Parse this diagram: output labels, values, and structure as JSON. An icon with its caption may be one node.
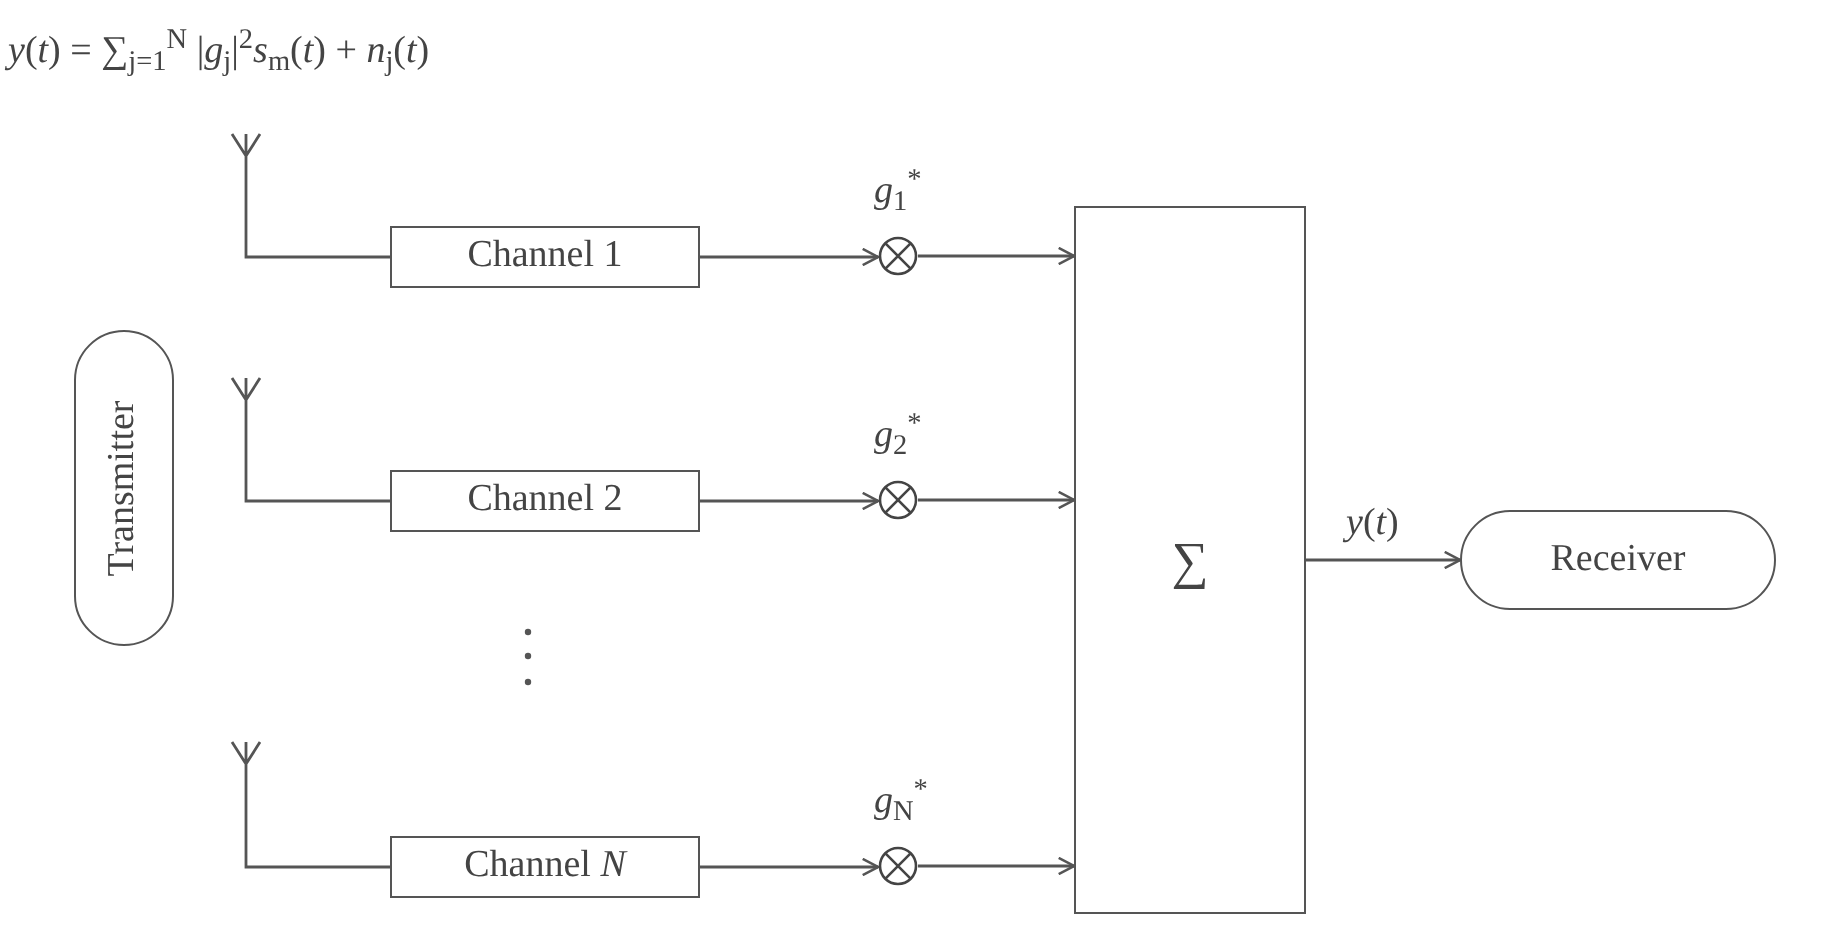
{
  "diagram": {
    "nodes": [
      {
        "text": [
          "Transmitter"
        ]
      },
      {
        "text": [],
        "shape": "antenna"
      },
      {
        "text": [],
        "shape": "antenna"
      },
      {
        "text": [],
        "shape": "antenna"
      },
      {
        "text": [
          "Channel 1"
        ]
      },
      {
        "text": [
          "Channel 2"
        ]
      },
      {
        "text": [
          "Channel *N*"
        ]
      },
      {
        "text": [],
        "shape": "circle",
        "beside": [
          "*g*$_{1}$$^{*}$"
        ]
      },
      {
        "text": [],
        "shape": "circle",
        "beside": [
          "*g*$_{2}$$^{*}$"
        ]
      },
      {
        "text": [],
        "shape": "circle",
        "beside": [
          "*g*$_{N}$$^{*}$"
        ]
      },
      {
        "text": [
          "∑"
        ]
      },
      {
        "text": [
          "Receiver"
        ]
      }
    ],
    "edges": [
      {
        "from": 1,
        "to": 4,
        "arrow": "none"
      },
      {
        "from": 2,
        "to": 5,
        "arrow": "none"
      },
      {
        "from": 3,
        "to": 6,
        "arrow": "none"
      },
      {
        "from": 4,
        "to": 7,
        "arrow": "to"
      },
      {
        "from": 5,
        "to": 8,
        "arrow": "to"
      },
      {
        "from": 6,
        "to": 9,
        "arrow": "to"
      },
      {
        "from": 7,
        "to": 10,
        "arrow": "to"
      },
      {
        "from": 8,
        "to": 10,
        "arrow": "to"
      },
      {
        "from": 9,
        "to": 10,
        "arrow": "to"
      },
      {
        "from": 10,
        "to": 11,
        "arrow": "to",
        "label": "*y*(*t*)"
      }
    ],
    "labels": [
      "*y*(*t*) = ∑$_{j=1}$$^{N}$ |*g*$_{j}$|$^{2}$*s*$_{m}$(*t*) + *n*$_{j}$(*t*)"
    ]
  }
}
